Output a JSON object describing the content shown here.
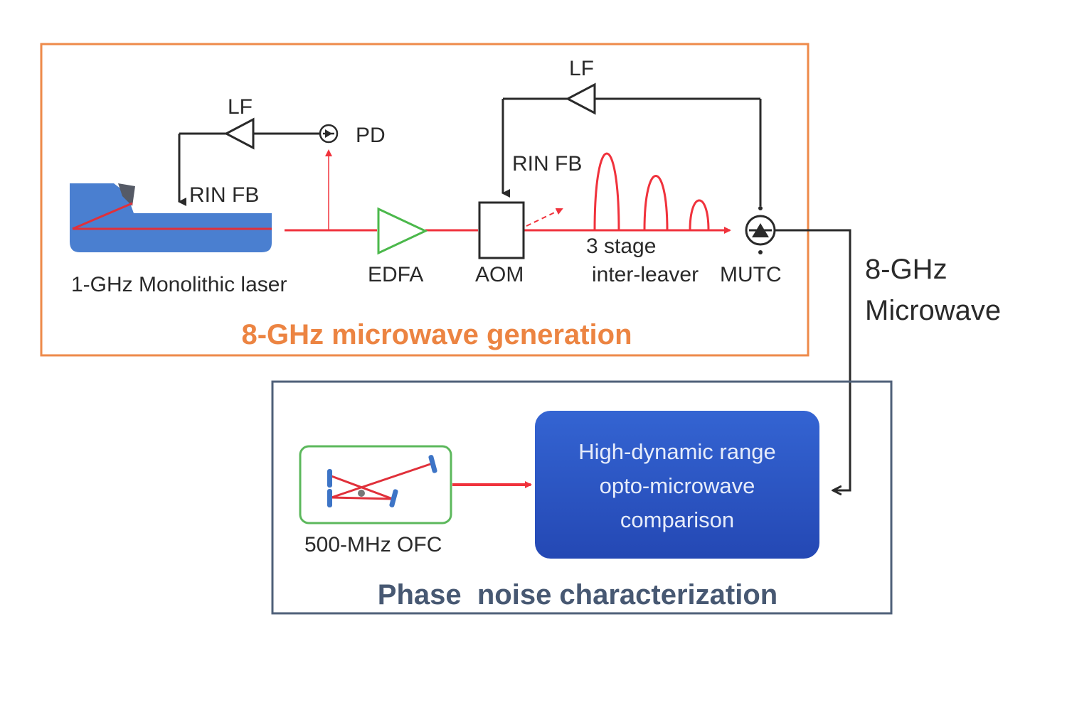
{
  "generation": {
    "title": "8-GHz microwave generation",
    "laser_label": "1-GHz Monolithic laser",
    "lf_left": "LF",
    "pd": "PD",
    "rin_fb_left": "RIN FB",
    "edfa": "EDFA",
    "aom": "AOM",
    "lf_right": "LF",
    "rin_fb_right": "RIN FB",
    "interleaver_line1": "3 stage",
    "interleaver_line2": "inter-leaver",
    "mutc": "MUTC"
  },
  "output": {
    "line1": "8-GHz",
    "line2": "Microwave"
  },
  "characterization": {
    "title": "Phase  noise characterization",
    "ofc": "500-MHz OFC",
    "comparison_line1": "High-dynamic range",
    "comparison_line2": "opto-microwave",
    "comparison_line3": "comparison"
  },
  "colors": {
    "generation_border": "#ee8a4a",
    "characterization_border": "#4f6079",
    "beam": "#f0323c",
    "laser_body": "#4a7fd0",
    "edfa": "#4bb84b",
    "ofc_border": "#5cb85c",
    "comparison_box": "#2c54c4"
  }
}
